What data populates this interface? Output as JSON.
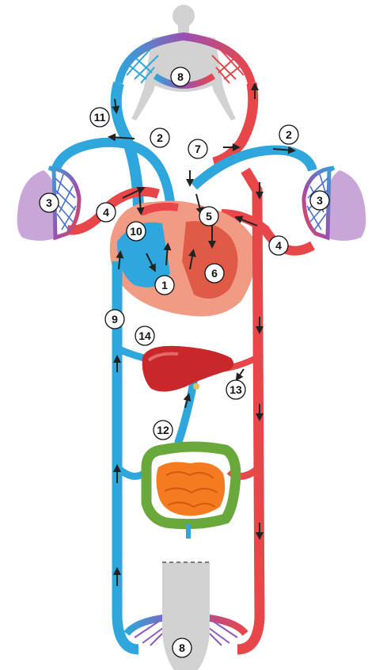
{
  "colors": {
    "artery": "#e8474a",
    "vein": "#2fa6dc",
    "vein_dark": "#1f7fc0",
    "capillary_mid": "#9b4fb0",
    "heart": "#f29b84",
    "heart_inner": "#e05b45",
    "lung": "#c9a6d8",
    "liver": "#c8282b",
    "intestine_large": "#69a83a",
    "intestine_small": "#f47b20",
    "body": "#d2d2d2",
    "arrow": "#222222"
  },
  "labels": {
    "l1": "1",
    "l2a": "2",
    "l2b": "2",
    "l3a": "3",
    "l3b": "3",
    "l4a": "4",
    "l4b": "4",
    "l5": "5",
    "l6": "6",
    "l7": "7",
    "l8a": "8",
    "l8b": "8",
    "l9": "9",
    "l10": "10",
    "l11": "11",
    "l12": "12",
    "l13": "13",
    "l14": "14"
  }
}
